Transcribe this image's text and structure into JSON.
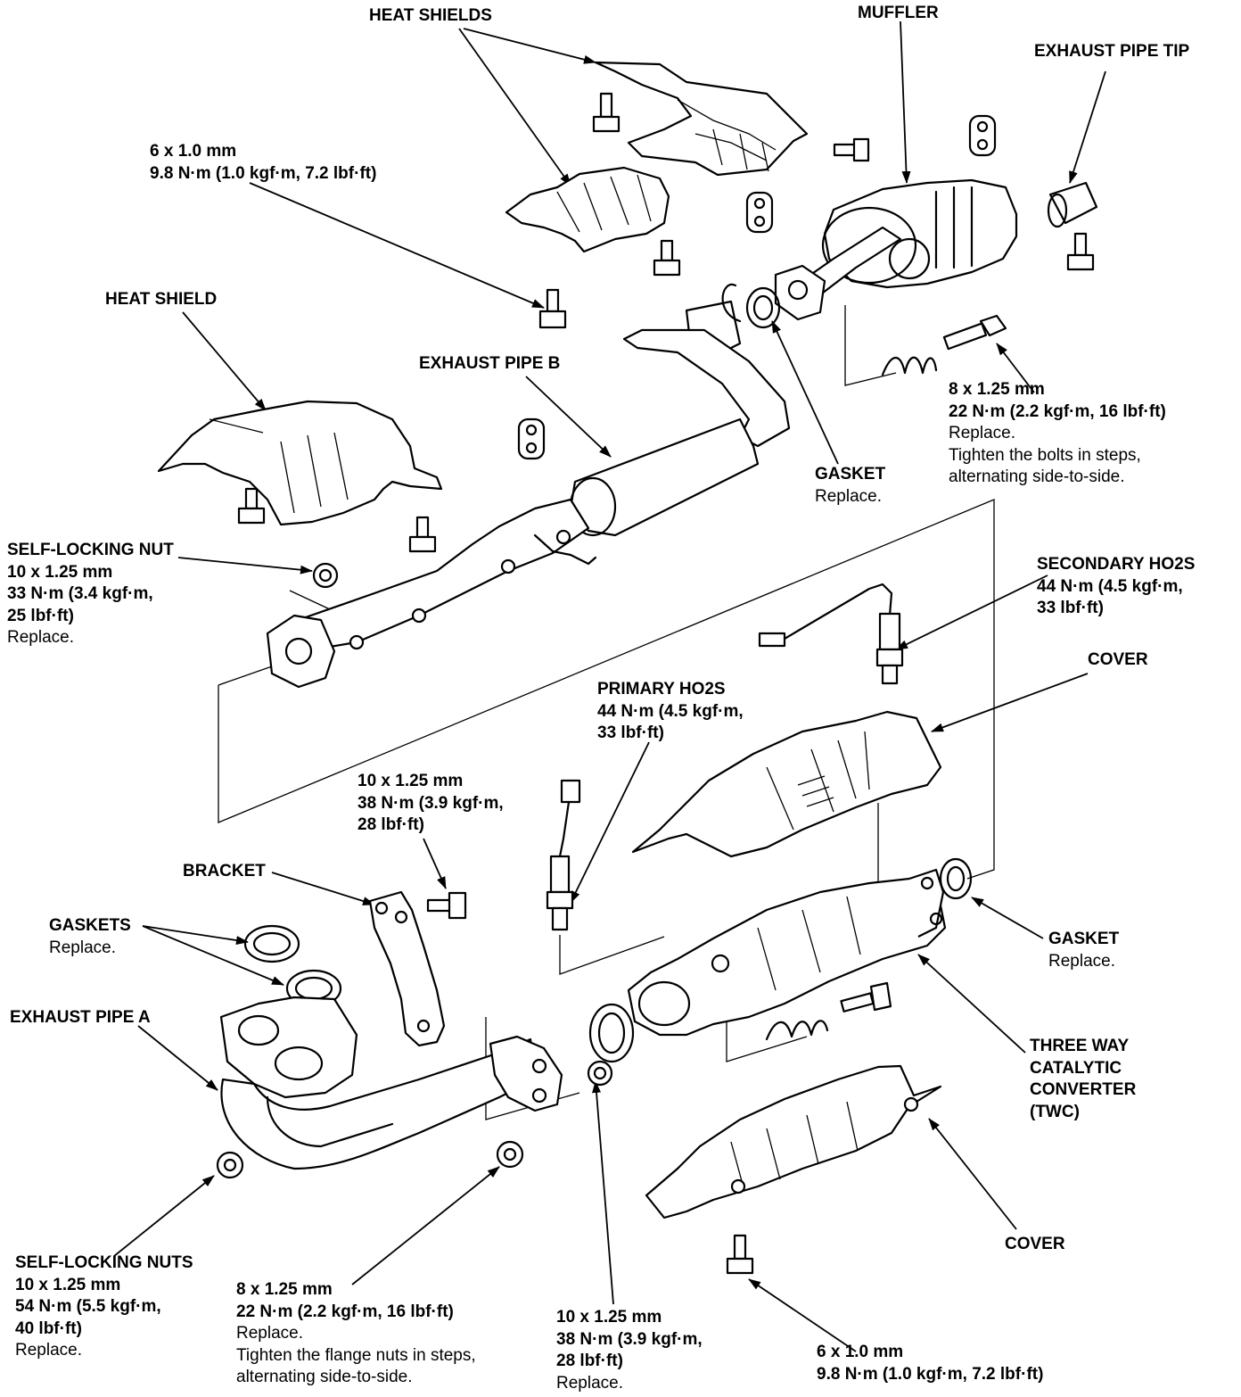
{
  "labels": {
    "heat_shields": {
      "title": "HEAT SHIELDS"
    },
    "muffler": {
      "title": "MUFFLER"
    },
    "exhaust_pipe_tip": {
      "title": "EXHAUST PIPE TIP"
    },
    "heat_shield_bolt_spec": {
      "size": "6 x 1.0 mm",
      "torque": "9.8 N·m (1.0 kgf·m, 7.2 lbf·ft)"
    },
    "heat_shield": {
      "title": "HEAT SHIELD"
    },
    "exhaust_pipe_b": {
      "title": "EXHAUST PIPE B"
    },
    "muffler_bolt_spec": {
      "size": "8 x 1.25 mm",
      "torque": "22 N·m (2.2 kgf·m, 16 lbf·ft)",
      "note1": "Replace.",
      "note2": "Tighten the bolts in steps,",
      "note3": "alternating side-to-side."
    },
    "gasket_upper": {
      "title": "GASKET",
      "note": "Replace."
    },
    "self_locking_nut_upper": {
      "title": "SELF-LOCKING NUT",
      "size": "10 x 1.25 mm",
      "torque1": "33 N·m (3.4 kgf·m,",
      "torque2": "25 lbf·ft)",
      "note": "Replace."
    },
    "secondary_ho2s": {
      "title": "SECONDARY HO2S",
      "torque1": "44 N·m (4.5 kgf·m,",
      "torque2": "33 lbf·ft)"
    },
    "cover_upper": {
      "title": "COVER"
    },
    "primary_ho2s": {
      "title": "PRIMARY HO2S",
      "torque1": "44 N·m (4.5 kgf·m,",
      "torque2": "33 lbf·ft)"
    },
    "bracket_bolt_spec": {
      "size": "10 x 1.25 mm",
      "torque1": "38 N·m (3.9 kgf·m,",
      "torque2": "28 lbf·ft)"
    },
    "bracket": {
      "title": "BRACKET"
    },
    "gaskets": {
      "title": "GASKETS",
      "note": "Replace."
    },
    "gasket_right": {
      "title": "GASKET",
      "note": "Replace."
    },
    "exhaust_pipe_a": {
      "title": "EXHAUST PIPE A"
    },
    "twc": {
      "line1": "THREE WAY",
      "line2": "CATALYTIC",
      "line3": "CONVERTER",
      "line4": "(TWC)"
    },
    "cover_lower": {
      "title": "COVER"
    },
    "self_locking_nuts_lower": {
      "title": "SELF-LOCKING NUTS",
      "size": "10 x 1.25 mm",
      "torque1": "54 N·m (5.5 kgf·m,",
      "torque2": "40 lbf·ft)",
      "note": "Replace."
    },
    "flange_nut_spec": {
      "size": "8 x 1.25 mm",
      "torque": "22 N·m (2.2 kgf·m, 16 lbf·ft)",
      "note1": "Replace.",
      "note2": "Tighten the flange nuts in steps,",
      "note3": "alternating side-to-side."
    },
    "lower_nut_spec": {
      "size": "10 x 1.25 mm",
      "torque1": "38 N·m (3.9 kgf·m,",
      "torque2": "28 lbf·ft)",
      "note": "Replace."
    },
    "cover_bolt_spec": {
      "size": "6 x 1.0 mm",
      "torque": "9.8 N·m (1.0 kgf·m, 7.2 lbf·ft)"
    }
  }
}
